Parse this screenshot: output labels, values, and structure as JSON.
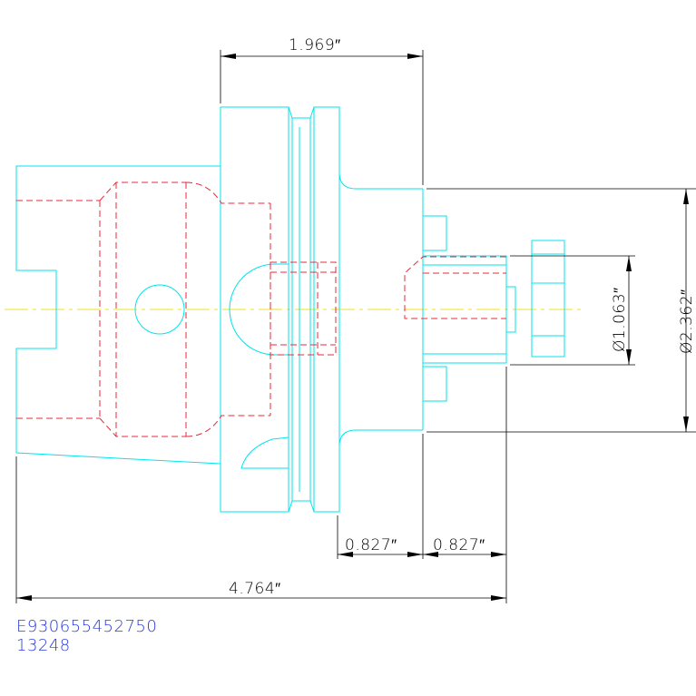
{
  "drawing": {
    "colors": {
      "outline": "#00e5ee",
      "hidden_lines": "#e8283a",
      "centerline": "#f2e21b",
      "dimensions": "#000000",
      "text_codes": "#2a3cd8"
    },
    "dimensions": {
      "top_width": "1.969″",
      "left_section": "0.827″",
      "right_section": "0.827″",
      "overall_length": "4.764″",
      "inner_diameter": "Ø1.063″",
      "outer_diameter": "Ø2.362″"
    },
    "codes": {
      "part_number": "E930655452750",
      "ref_number": "13248"
    }
  }
}
